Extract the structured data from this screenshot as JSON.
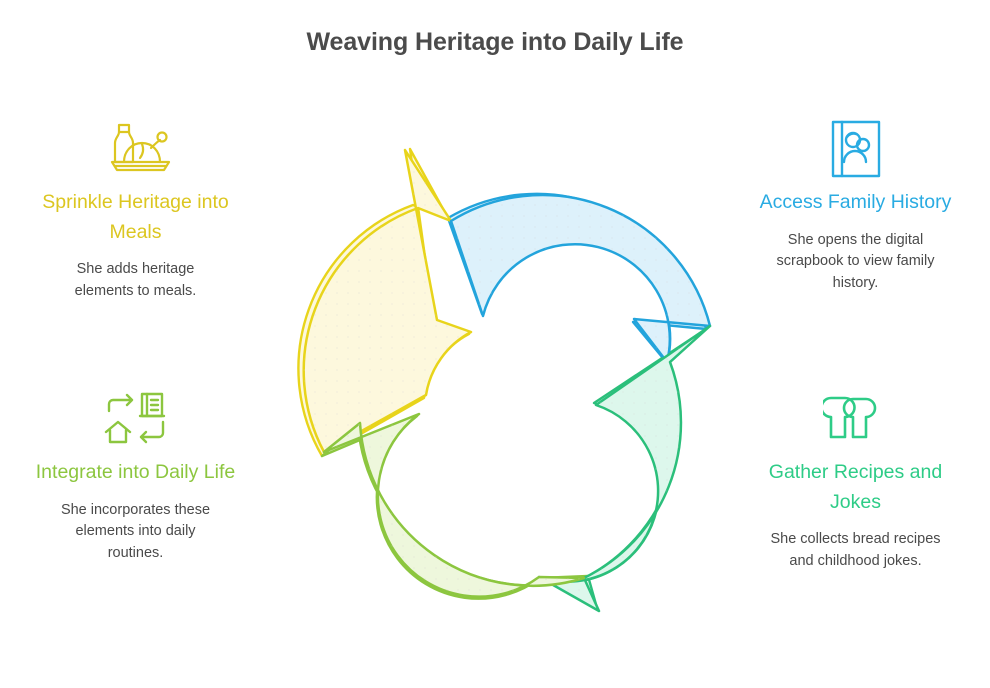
{
  "page": {
    "title": "Weaving Heritage into Daily Life",
    "background_color": "#ffffff",
    "title_color": "#4b4b4b",
    "body_text_color": "#4a4a4a"
  },
  "colors": {
    "yellow": "#dcc620",
    "yellow_stroke": "#e8d41b",
    "yellow_fill": "#fdf8dd",
    "blue": "#29abe2",
    "blue_stroke": "#23a4dc",
    "blue_fill": "#ddf1fb",
    "green": "#2ecc87",
    "green_stroke": "#2bbf7b",
    "green_fill": "#ddf7ec",
    "olive": "#8cc63f",
    "olive_stroke": "#8cc63f",
    "olive_fill": "#eef7dc"
  },
  "cycle": {
    "type": "circular-process",
    "direction": "clockwise",
    "segment_count": 4,
    "segments": [
      {
        "id": "top-left",
        "position": "top-left",
        "color": "#e8d41b",
        "fill": "#fdf8dd",
        "step": 1
      },
      {
        "id": "top-right",
        "position": "top-right",
        "color": "#23a4dc",
        "fill": "#ddf1fb",
        "step": 2
      },
      {
        "id": "bottom-right",
        "position": "bottom-right",
        "color": "#2bbf7b",
        "fill": "#ddf7ec",
        "step": 3
      },
      {
        "id": "bottom-left",
        "position": "bottom-left",
        "color": "#8cc63f",
        "fill": "#eef7dc",
        "step": 4
      }
    ]
  },
  "quadrants": {
    "top_left": {
      "icon": "roast-dinner-icon",
      "heading": "Sprinkle Heritage into Meals",
      "description": "She adds heritage elements to meals.",
      "color": "#dcc620"
    },
    "top_right": {
      "icon": "family-photo-album-icon",
      "heading": "Access Family History",
      "description": "She opens the digital scrapbook to view family history.",
      "color": "#29abe2"
    },
    "bottom_right": {
      "icon": "bread-slices-icon",
      "heading": "Gather Recipes and Jokes",
      "description": "She collects bread recipes and childhood jokes.",
      "color": "#2ecc87"
    },
    "bottom_left": {
      "icon": "home-routine-cycle-icon",
      "heading": "Integrate into Daily Life",
      "description": "She incorporates these elements into daily routines.",
      "color": "#8cc63f"
    }
  }
}
